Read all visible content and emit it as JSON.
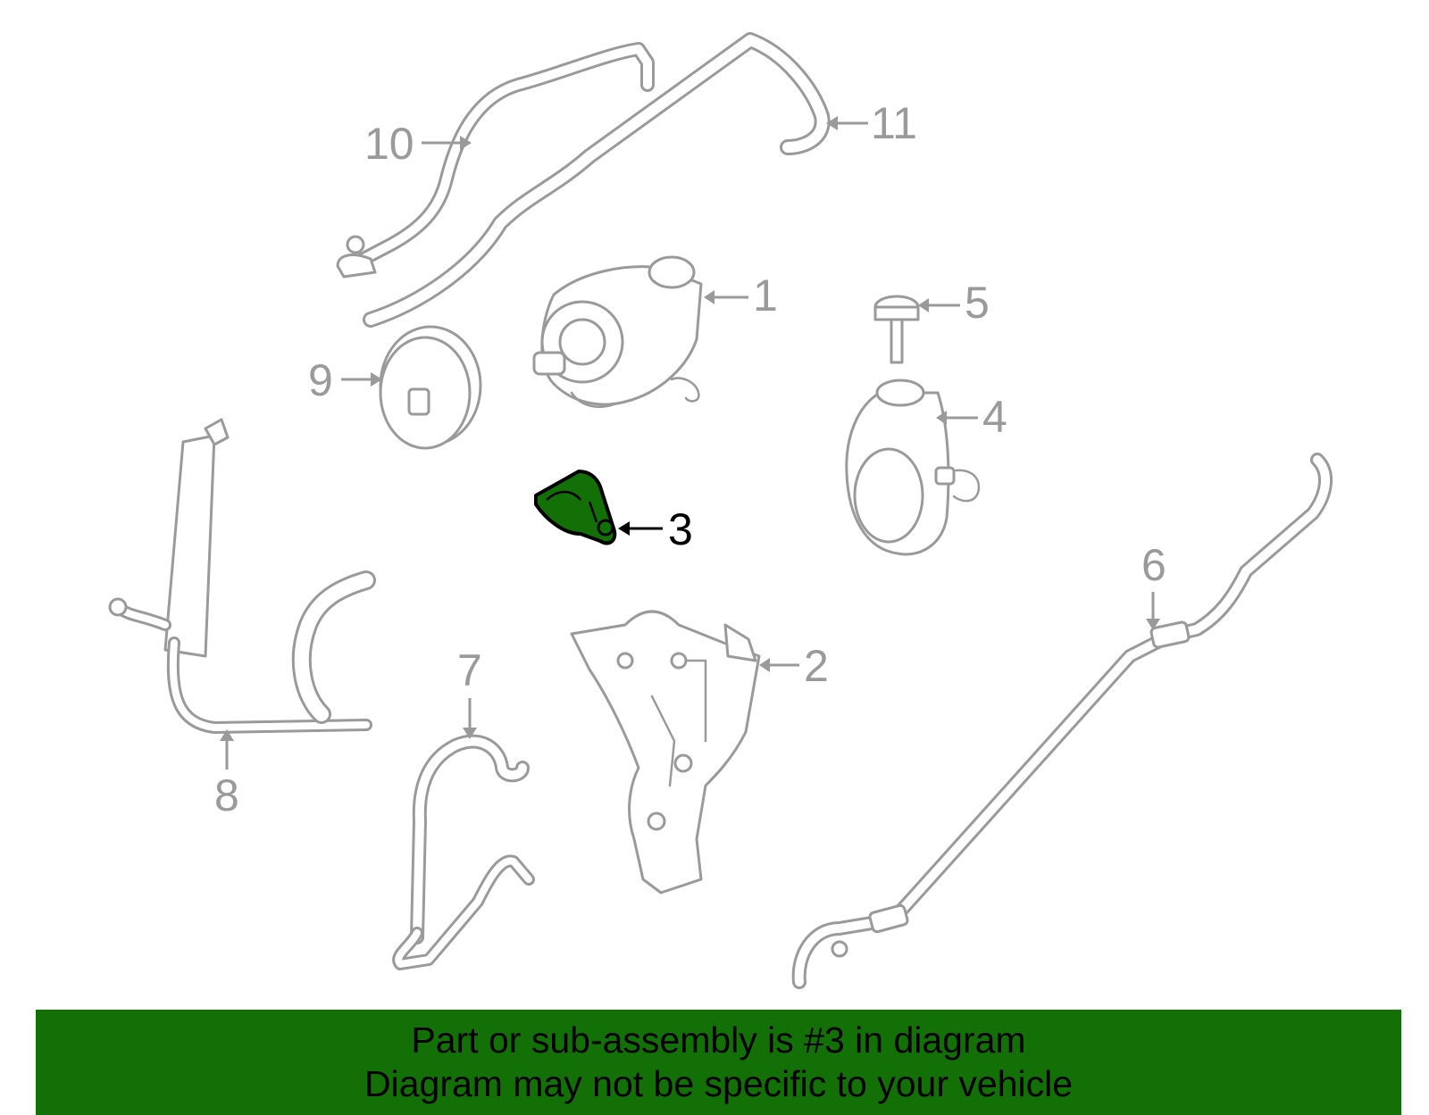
{
  "colors": {
    "banner_bg": "#137006",
    "highlight_part": "#137006",
    "part_outline": "#9a9a9a",
    "highlight_outline": "#000000",
    "banner_text": "#000000"
  },
  "callouts": {
    "c1": "1",
    "c2": "2",
    "c3": "3",
    "c4": "4",
    "c5": "5",
    "c6": "6",
    "c7": "7",
    "c8": "8",
    "c9": "9",
    "c10": "10",
    "c11": "11"
  },
  "highlighted_part": "3",
  "banner": {
    "line1": "Part or sub-assembly is #3 in diagram",
    "line2": "Diagram may not be specific to your vehicle"
  }
}
